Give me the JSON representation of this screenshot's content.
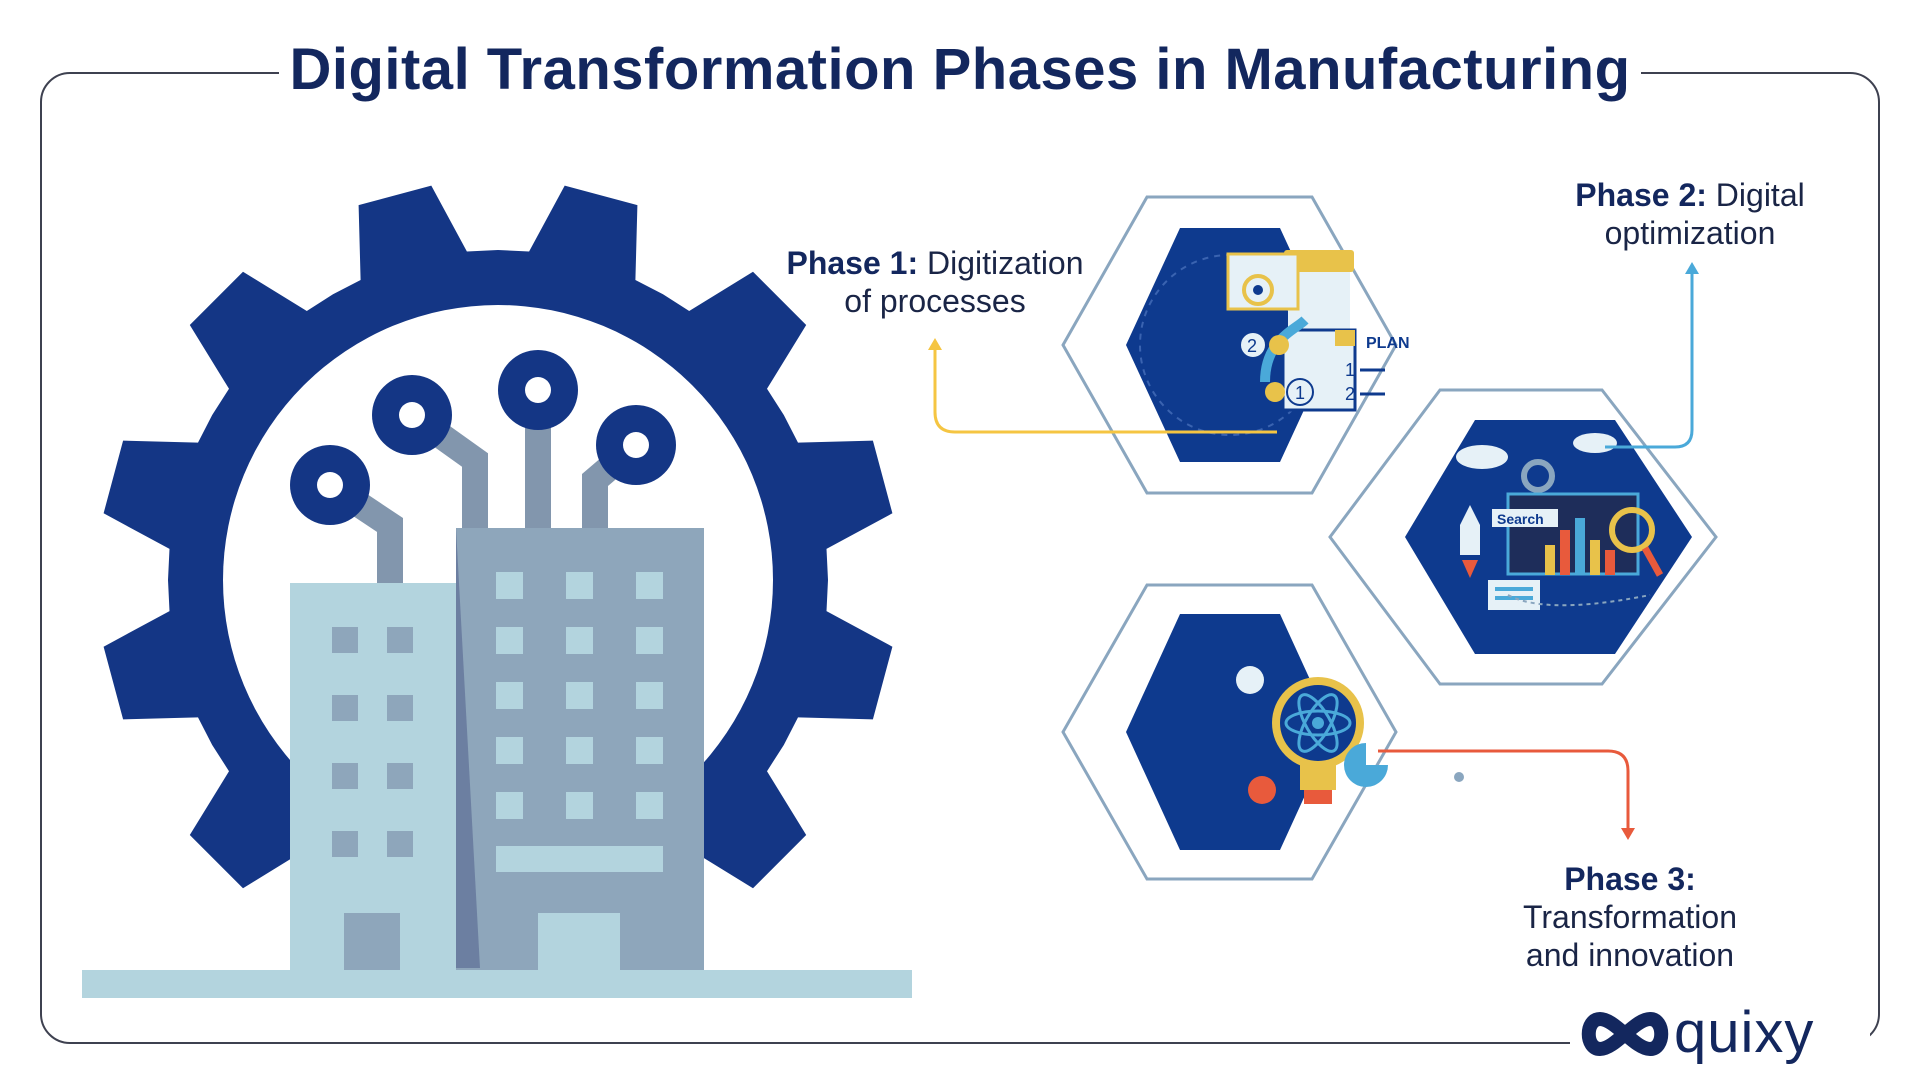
{
  "title": "Digital Transformation Phases in Manufacturing",
  "phases": [
    {
      "heading": "Phase 1:",
      "text_line1": "Digitization",
      "text_line2": "of processes",
      "color": "#f5c542"
    },
    {
      "heading": "Phase 2:",
      "text_line1": "Digital",
      "text_line2": "optimization",
      "color": "#4aa9d9"
    },
    {
      "heading": "Phase 3:",
      "text_line1": "Transformation",
      "text_line2": "and innovation",
      "color": "#e85a3c"
    }
  ],
  "icons": {
    "plan_badge": "PLAN",
    "search_label": "Search",
    "step_one": "1",
    "step_two": "2",
    "list_one": "1",
    "list_two": "2"
  },
  "brand": {
    "name": "quixy",
    "color": "#13275e"
  },
  "colors": {
    "gear": "#143685",
    "hex_fill": "#0e3a8e",
    "hex_outline": "#8aa6bf",
    "building_light": "#b3d4de",
    "building_dark": "#8ea6bb"
  }
}
